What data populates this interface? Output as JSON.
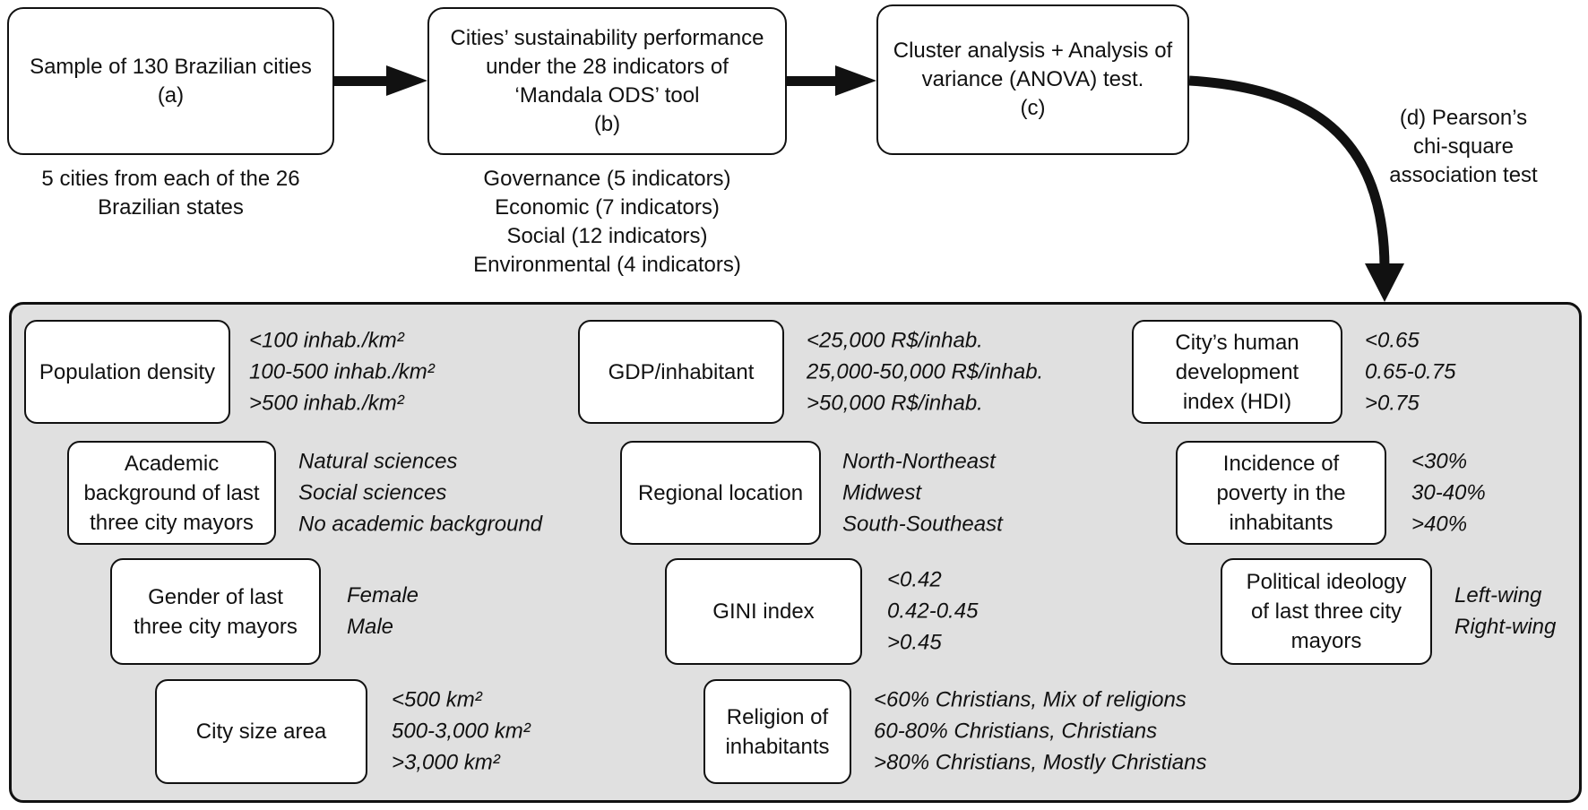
{
  "pipeline": {
    "step_a": {
      "text": "Sample of 130 Brazilian cities\n(a)",
      "caption": "5 cities from each of the 26\nBrazilian states"
    },
    "step_b": {
      "text": "Cities’ sustainability performance\nunder the 28 indicators of\n‘Mandala ODS’ tool\n(b)",
      "caption": "Governance (5 indicators)\nEconomic (7 indicators)\nSocial (12 indicators)\nEnvironmental (4 indicators)"
    },
    "step_c": {
      "text": "Cluster analysis + Analysis of\nvariance (ANOVA) test.\n(c)"
    },
    "step_d_label": "(d) Pearson’s\nchi-square\nassociation test"
  },
  "variables": [
    {
      "name": "Population density",
      "categories": "<100 inhab./km²\n100-500 inhab./km²\n>500 inhab./km²"
    },
    {
      "name": "GDP/inhabitant",
      "categories": "<25,000 R$/inhab.\n25,000-50,000 R$/inhab.\n>50,000 R$/inhab."
    },
    {
      "name": "City’s human\ndevelopment\nindex (HDI)",
      "categories": "<0.65\n0.65-0.75\n>0.75"
    },
    {
      "name": "Academic\nbackground of last\nthree city mayors",
      "categories": "Natural sciences\nSocial sciences\nNo academic background"
    },
    {
      "name": "Regional location",
      "categories": "North-Northeast\nMidwest\nSouth-Southeast"
    },
    {
      "name": "Incidence of\npoverty in the\ninhabitants",
      "categories": "<30%\n30-40%\n>40%"
    },
    {
      "name": "Gender of last\nthree city mayors",
      "categories": "Female\nMale"
    },
    {
      "name": "GINI index",
      "categories": "<0.42\n0.42-0.45\n>0.45"
    },
    {
      "name": "Political ideology\nof last three city\nmayors",
      "categories": "Left-wing\nRight-wing"
    },
    {
      "name": "City size area",
      "categories": "<500 km²\n500-3,000 km²\n>3,000 km²"
    },
    {
      "name": "Religion of\ninhabitants",
      "categories": "<60% Christians, Mix of religions\n60-80% Christians, Christians\n>80% Christians, Mostly Christians"
    }
  ],
  "colors": {
    "panel_background": "#e0e0e0",
    "box_background": "#ffffff",
    "line_color": "#111111"
  }
}
